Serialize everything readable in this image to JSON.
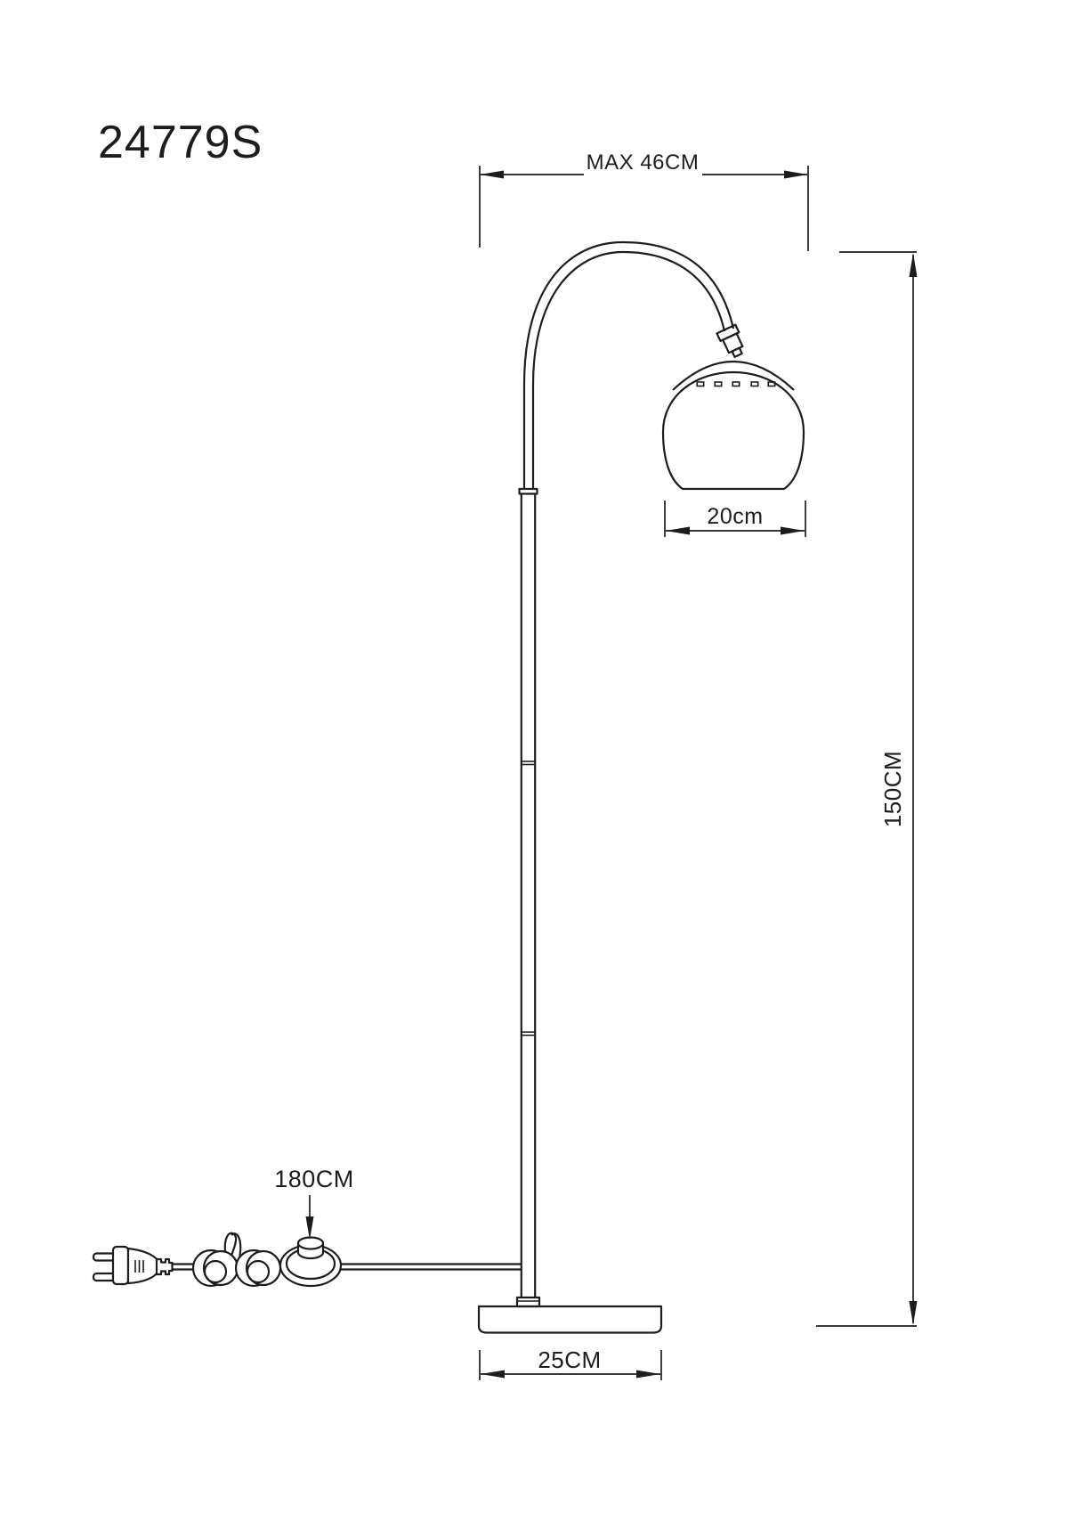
{
  "product_code": "24779S",
  "dimension_labels": {
    "arm_reach": "MAX 46CM",
    "shade_diameter": "20cm",
    "height": "150CM",
    "cable_length": "180CM",
    "base_width": "25CM"
  },
  "colors": {
    "line": "#1d1d1d",
    "background": "#ffffff"
  }
}
